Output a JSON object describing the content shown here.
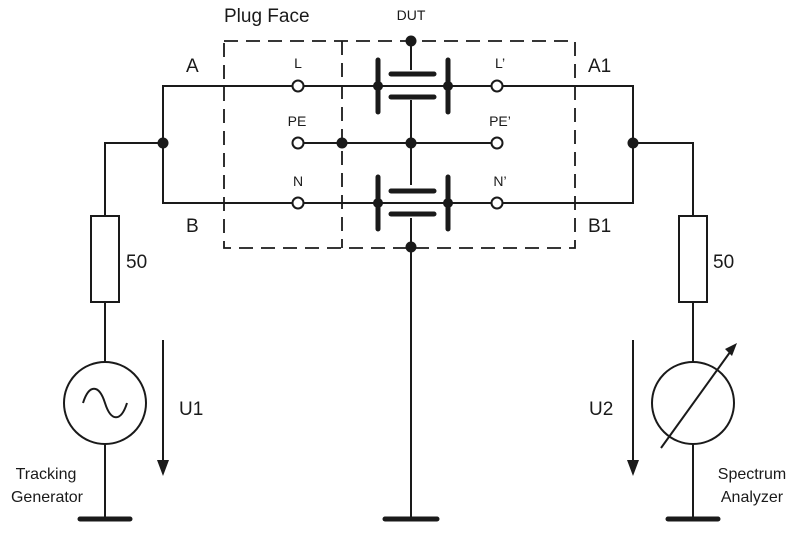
{
  "labels": {
    "plug_face": "Plug Face",
    "dut": "DUT",
    "node_a": "A",
    "node_b": "B",
    "node_a1": "A1",
    "node_b1": "B1",
    "pin_l": "L",
    "pin_pe": "PE",
    "pin_n": "N",
    "pin_l_prime": "L’",
    "pin_pe_prime": "PE’",
    "pin_n_prime": "N’",
    "resistor_left": "50",
    "resistor_right": "50",
    "voltage_u1": "U1",
    "voltage_u2": "U2",
    "generator_line1": "Tracking",
    "generator_line2": "Generator",
    "analyzer_line1": "Spectrum",
    "analyzer_line2": "Analyzer"
  }
}
